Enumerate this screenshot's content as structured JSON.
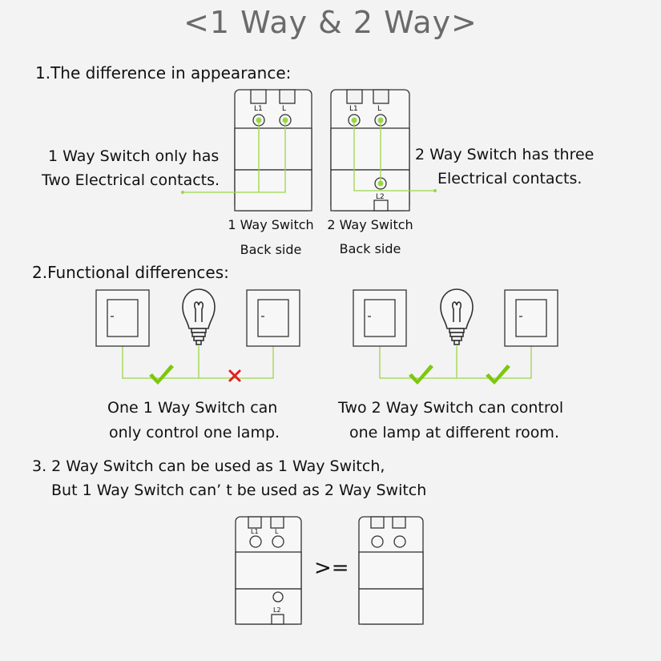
{
  "title": "<1 Way & 2 Way>",
  "section1": {
    "heading": "1.The difference in appearance:",
    "left_note": [
      "1 Way Switch only has",
      "Two  Electrical contacts."
    ],
    "right_note": [
      "2 Way Switch has three",
      "Electrical contacts."
    ],
    "switch1_caption": [
      "1 Way Switch",
      "Back side"
    ],
    "switch2_caption": [
      "2 Way Switch",
      "Back side"
    ],
    "terminal_labels": {
      "l1": "L1",
      "l": "L",
      "l2": "L2"
    }
  },
  "section2": {
    "heading": "2.Functional differences:",
    "left_caption": [
      "One 1 Way Switch can",
      "only control one lamp."
    ],
    "right_caption": [
      "Two 2 Way Switch can control",
      "one lamp at different room."
    ],
    "switch_mark": "-"
  },
  "section3": {
    "lines": [
      "3.  2 Way Switch can be used as 1 Way Switch,",
      "But 1 Way Switch can’ t be used as 2 Way Switch"
    ],
    "compare_symbol": ">="
  },
  "colors": {
    "wire": "#9cd648",
    "check": "#7cc80c",
    "cross": "#e02020",
    "outline": "#333333"
  }
}
